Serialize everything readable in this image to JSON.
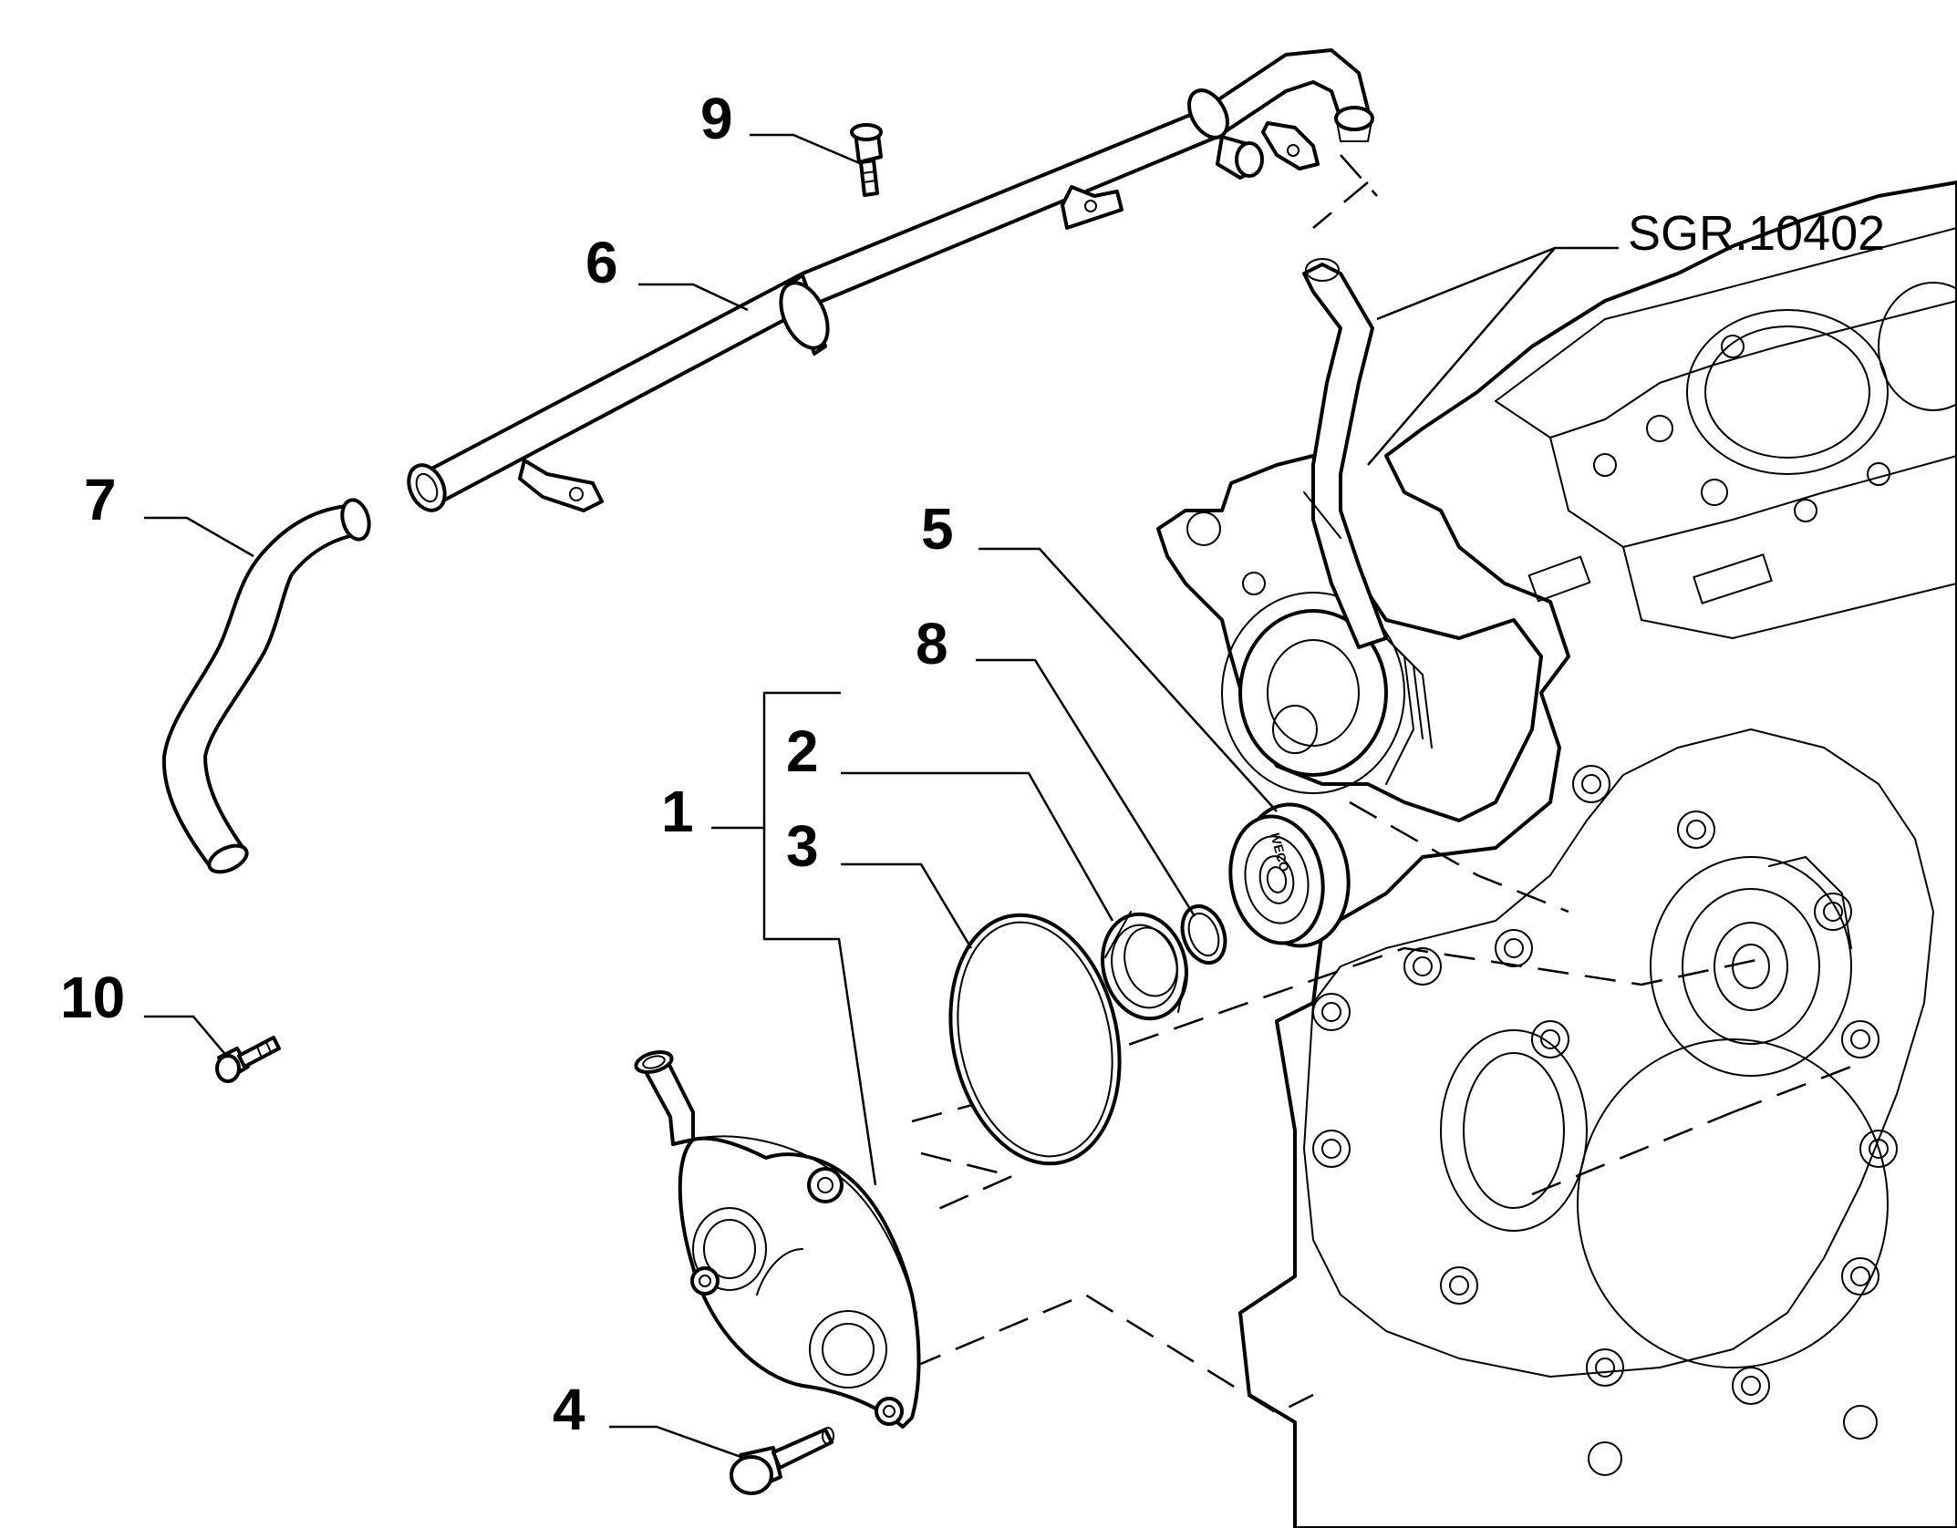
{
  "diagram": {
    "reference_code": "SGR.10402",
    "parts": [
      {
        "number": "1",
        "name": "water-pump-assembly"
      },
      {
        "number": "2",
        "name": "seal-ring"
      },
      {
        "number": "3",
        "name": "o-ring-large"
      },
      {
        "number": "4",
        "name": "flange-bolt"
      },
      {
        "number": "5",
        "name": "idler-pulley"
      },
      {
        "number": "6",
        "name": "coolant-pipe"
      },
      {
        "number": "7",
        "name": "coolant-hose"
      },
      {
        "number": "8",
        "name": "o-ring-small"
      },
      {
        "number": "9",
        "name": "pipe-bolt"
      },
      {
        "number": "10",
        "name": "bolt-small"
      }
    ],
    "pulley_marking": "IVECO"
  }
}
